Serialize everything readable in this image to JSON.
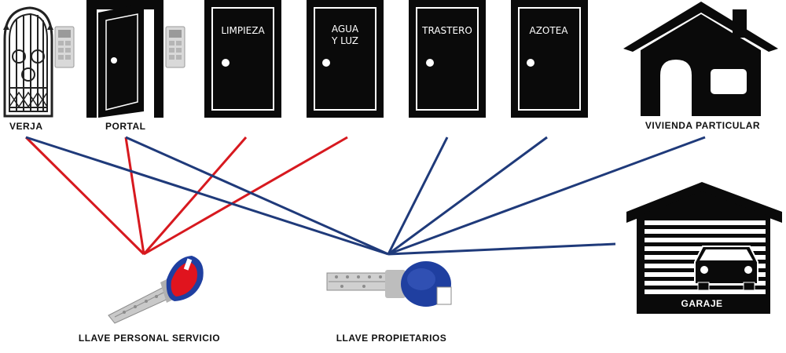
{
  "doors": {
    "verja": "VERJA",
    "portal": "PORTAL",
    "limpieza": "LIMPIEZA",
    "agua_line1": "AGUA",
    "agua_line2": "Y LUZ",
    "trastero": "TRASTERO",
    "azotea": "AZOTEA",
    "vivienda": "VIVIENDA PARTICULAR",
    "garaje": "GARAJE"
  },
  "keys": {
    "servicio": "LLAVE PERSONAL SERVICIO",
    "propietarios": "LLAVE PROPIETARIOS"
  },
  "colors": {
    "red_line": "#d7191f",
    "blue_line": "#1f3a7a",
    "door": "#0a0a0a",
    "key_red": "#e0141e",
    "key_blue": "#1f3fa0"
  },
  "access": {
    "servicio": [
      "verja",
      "portal",
      "limpieza",
      "agua"
    ],
    "propietarios": [
      "verja",
      "portal",
      "trastero",
      "azotea",
      "vivienda",
      "garaje"
    ]
  }
}
